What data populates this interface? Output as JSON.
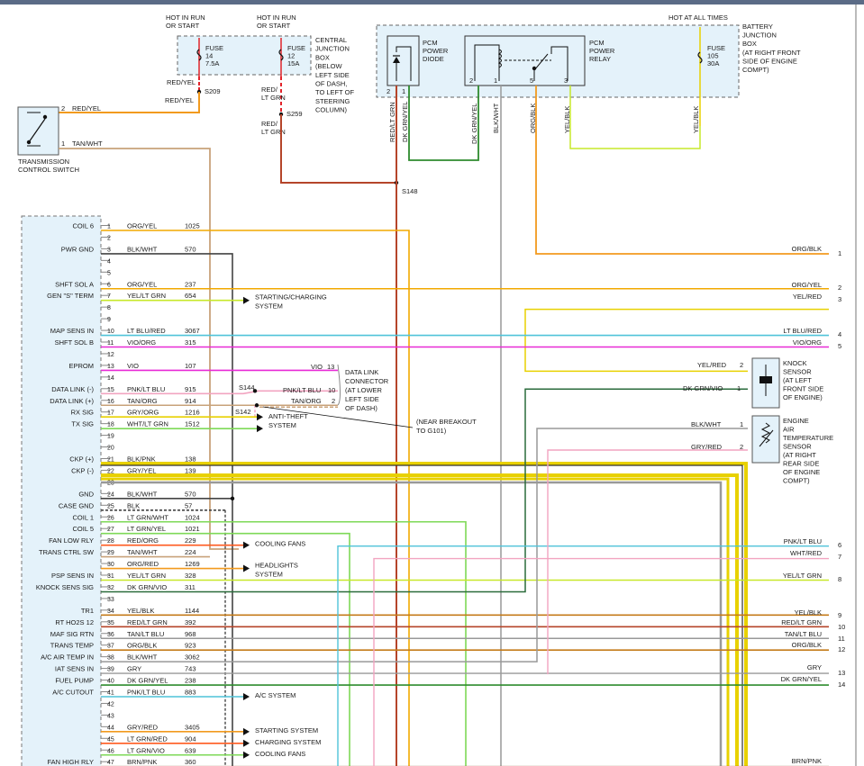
{
  "top_labels": {
    "hot_run_1": [
      "HOT IN RUN",
      "OR START"
    ],
    "hot_run_2": [
      "HOT IN RUN",
      "OR START"
    ],
    "hot_all": "HOT AT ALL TIMES"
  },
  "central_box": {
    "label": [
      "CENTRAL",
      "JUNCTION",
      "BOX",
      "(BELOW",
      "LEFT SIDE",
      "OF DASH,",
      "TO LEFT OF",
      "STEERING",
      "COLUMN)"
    ],
    "fuse_a": [
      "FUSE",
      "14",
      "7.5A"
    ],
    "fuse_b": [
      "FUSE",
      "12",
      "15A"
    ]
  },
  "battery_box": {
    "label": [
      "BATTERY",
      "JUNCTION",
      "BOX",
      "(AT RIGHT FRONT",
      "SIDE OF ENGINE",
      "COMPT)"
    ],
    "fuse": [
      "FUSE",
      "105",
      "30A"
    ],
    "diode": [
      "PCM",
      "POWER",
      "DIODE"
    ],
    "relay": [
      "PCM",
      "POWER",
      "RELAY"
    ],
    "diode_pins": [
      "2",
      "1"
    ],
    "relay_pins": [
      "2",
      "1",
      "5",
      "3"
    ]
  },
  "splices": {
    "s209": "S209",
    "s259": "S259",
    "s148": "S148",
    "s144": "S144",
    "s142": "S142"
  },
  "upper_wires": {
    "red_yel_a": "RED/YEL",
    "red_yel_b": "RED/YEL",
    "red_ltgrn_a": [
      "RED/",
      "LT GRN"
    ],
    "red_ltgrn_b": [
      "RED/",
      "LT GRN"
    ],
    "vertical": [
      "RED/LT GRN",
      "DK GRN/YEL",
      "DK GRN/YEL",
      "BLK/WHT",
      "ORG/BLK",
      "YEL/BLK",
      "YEL/BLK"
    ]
  },
  "tcs": {
    "label": [
      "TRANSMISSION",
      "CONTROL SWITCH"
    ],
    "pin2": "2",
    "wire2": "RED/YEL",
    "pin1": "1",
    "wire1": "TAN/WHT"
  },
  "pcm_pins": [
    {
      "label": "COIL 6",
      "pin": "1",
      "color": "ORG/YEL",
      "circ": "1025"
    },
    {
      "label": "",
      "pin": "2",
      "color": "",
      "circ": ""
    },
    {
      "label": "PWR GND",
      "pin": "3",
      "color": "BLK/WHT",
      "circ": "570"
    },
    {
      "label": "",
      "pin": "4",
      "color": "",
      "circ": ""
    },
    {
      "label": "",
      "pin": "5",
      "color": "",
      "circ": ""
    },
    {
      "label": "SHFT SOL A",
      "pin": "6",
      "color": "ORG/YEL",
      "circ": "237"
    },
    {
      "label": "GEN \"S\" TERM",
      "pin": "7",
      "color": "YEL/LT GRN",
      "circ": "654"
    },
    {
      "label": "",
      "pin": "8",
      "color": "",
      "circ": ""
    },
    {
      "label": "",
      "pin": "9",
      "color": "",
      "circ": ""
    },
    {
      "label": "MAP SENS IN",
      "pin": "10",
      "color": "LT BLU/RED",
      "circ": "3067"
    },
    {
      "label": "SHFT SOL B",
      "pin": "11",
      "color": "VIO/ORG",
      "circ": "315"
    },
    {
      "label": "",
      "pin": "12",
      "color": "",
      "circ": ""
    },
    {
      "label": "EPROM",
      "pin": "13",
      "color": "VIO",
      "circ": "107"
    },
    {
      "label": "",
      "pin": "14",
      "color": "",
      "circ": ""
    },
    {
      "label": "DATA LINK (-)",
      "pin": "15",
      "color": "PNK/LT BLU",
      "circ": "915"
    },
    {
      "label": "DATA LINK (+)",
      "pin": "16",
      "color": "TAN/ORG",
      "circ": "914"
    },
    {
      "label": "RX SIG",
      "pin": "17",
      "color": "GRY/ORG",
      "circ": "1216"
    },
    {
      "label": "TX SIG",
      "pin": "18",
      "color": "WHT/LT GRN",
      "circ": "1512"
    },
    {
      "label": "",
      "pin": "19",
      "color": "",
      "circ": ""
    },
    {
      "label": "",
      "pin": "20",
      "color": "",
      "circ": ""
    },
    {
      "label": "CKP (+)",
      "pin": "21",
      "color": "BLK/PNK",
      "circ": "138"
    },
    {
      "label": "CKP (-)",
      "pin": "22",
      "color": "GRY/YEL",
      "circ": "139"
    },
    {
      "label": "",
      "pin": "23",
      "color": "",
      "circ": ""
    },
    {
      "label": "GND",
      "pin": "24",
      "color": "BLK/WHT",
      "circ": "570"
    },
    {
      "label": "CASE GND",
      "pin": "25",
      "color": "BLK",
      "circ": "57"
    },
    {
      "label": "COIL 1",
      "pin": "26",
      "color": "LT GRN/WHT",
      "circ": "1024"
    },
    {
      "label": "COIL 5",
      "pin": "27",
      "color": "LT GRN/YEL",
      "circ": "1021"
    },
    {
      "label": "FAN LOW RLY",
      "pin": "28",
      "color": "RED/ORG",
      "circ": "229"
    },
    {
      "label": "TRANS CTRL SW",
      "pin": "29",
      "color": "TAN/WHT",
      "circ": "224"
    },
    {
      "label": "",
      "pin": "30",
      "color": "ORG/RED",
      "circ": "1269"
    },
    {
      "label": "PSP SENS IN",
      "pin": "31",
      "color": "YEL/LT GRN",
      "circ": "328"
    },
    {
      "label": "KNOCK SENS SIG",
      "pin": "32",
      "color": "DK GRN/VIO",
      "circ": "311"
    },
    {
      "label": "",
      "pin": "33",
      "color": "",
      "circ": ""
    },
    {
      "label": "TR1",
      "pin": "34",
      "color": "YEL/BLK",
      "circ": "1144"
    },
    {
      "label": "RT HO2S 12",
      "pin": "35",
      "color": "RED/LT GRN",
      "circ": "392"
    },
    {
      "label": "MAF SIG RTN",
      "pin": "36",
      "color": "TAN/LT BLU",
      "circ": "968"
    },
    {
      "label": "TRANS TEMP",
      "pin": "37",
      "color": "ORG/BLK",
      "circ": "923"
    },
    {
      "label": "A/C AIR TEMP IN",
      "pin": "38",
      "color": "BLK/WHT",
      "circ": "3062"
    },
    {
      "label": "IAT SENS IN",
      "pin": "39",
      "color": "GRY",
      "circ": "743"
    },
    {
      "label": "FUEL PUMP",
      "pin": "40",
      "color": "DK GRN/YEL",
      "circ": "238"
    },
    {
      "label": "A/C CUTOUT",
      "pin": "41",
      "color": "PNK/LT BLU",
      "circ": "883"
    },
    {
      "label": "",
      "pin": "42",
      "color": "",
      "circ": ""
    },
    {
      "label": "",
      "pin": "43",
      "color": "",
      "circ": ""
    },
    {
      "label": "",
      "pin": "44",
      "color": "GRY/RED",
      "circ": "3405"
    },
    {
      "label": "",
      "pin": "45",
      "color": "LT GRN/RED",
      "circ": "904"
    },
    {
      "label": "",
      "pin": "46",
      "color": "LT GRN/VIO",
      "circ": "639"
    },
    {
      "label": "FAN HIGH RLY",
      "pin": "47",
      "color": "BRN/PNK",
      "circ": "360"
    }
  ],
  "destinations": {
    "p7": [
      "STARTING/CHARGING",
      "SYSTEM"
    ],
    "p18": [
      "ANTI-THEFT",
      "SYSTEM"
    ],
    "p28": "COOLING FANS",
    "p30": [
      "HEADLIGHTS",
      "SYSTEM"
    ],
    "p41": "A/C SYSTEM",
    "p44": "STARTING SYSTEM",
    "p45": "CHARGING SYSTEM",
    "p46": "COOLING FANS"
  },
  "data_link": {
    "label": [
      "DATA LINK",
      "CONNECTOR",
      "(AT LOWER",
      "LEFT SIDE",
      "OF DASH)"
    ],
    "vio": "VIO",
    "pin13": "13",
    "pnk": "PNK/LT BLU",
    "pin10": "10",
    "tan": "TAN/ORG",
    "pin2": "2",
    "breakout": [
      "(NEAR BREAKOUT",
      "TO G101)"
    ]
  },
  "knock_sensor": {
    "label": [
      "KNOCK",
      "SENSOR",
      "(AT LEFT",
      "FRONT SIDE",
      "OF ENGINE)"
    ],
    "wire2": "YEL/RED",
    "pin2": "2",
    "wire1": "DK GRN/VIO",
    "pin1": "1"
  },
  "iat_sensor": {
    "label": [
      "ENGINE",
      "AIR",
      "TEMPERATURE",
      "SENSOR",
      "(AT RIGHT",
      "REAR SIDE",
      "OF ENGINE",
      "COMPT)"
    ],
    "wire1": "BLK/WHT",
    "pin1": "1",
    "wire2": "GRY/RED",
    "pin2": "2"
  },
  "right_wires": [
    {
      "color": "ORG/BLK",
      "num": "1"
    },
    {
      "color": "ORG/YEL",
      "num": "2"
    },
    {
      "color": "YEL/RED",
      "num": "3"
    },
    {
      "color": "LT BLU/RED",
      "num": "4"
    },
    {
      "color": "VIO/ORG",
      "num": "5"
    },
    {
      "color": "PNK/LT BLU",
      "num": "6"
    },
    {
      "color": "WHT/RED",
      "num": "7"
    },
    {
      "color": "YEL/LT GRN",
      "num": "8"
    },
    {
      "color": "YEL/BLK",
      "num": "9"
    },
    {
      "color": "RED/LT GRN",
      "num": "10"
    },
    {
      "color": "TAN/LT BLU",
      "num": "11"
    },
    {
      "color": "ORG/BLK",
      "num": "12"
    },
    {
      "color": "GRY",
      "num": "13"
    },
    {
      "color": "DK GRN/YEL",
      "num": "14"
    },
    {
      "color": "BRN/PNK",
      "num": ""
    }
  ]
}
